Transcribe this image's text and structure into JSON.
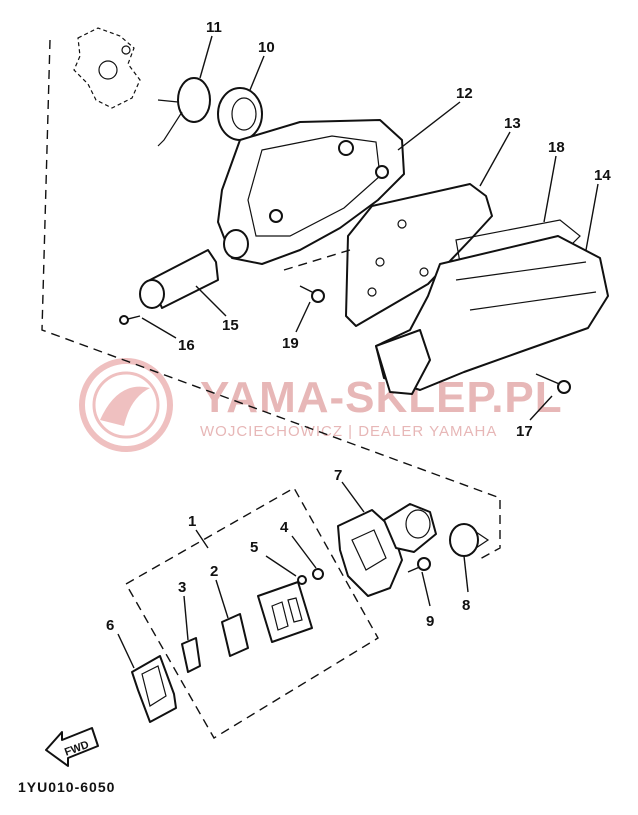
{
  "diagram_code": "1YU010-6050",
  "direction_label": "FWD",
  "watermark": {
    "title": "YAMA-SKLEP.PL",
    "subtitle": "WOJCIECHOWICZ | DEALER YAMAHA"
  },
  "callouts": {
    "p1": "1",
    "p2": "2",
    "p3": "3",
    "p4": "4",
    "p5": "5",
    "p6": "6",
    "p7": "7",
    "p8": "8",
    "p9": "9",
    "p10": "10",
    "p11": "11",
    "p12": "12",
    "p13": "13",
    "p14": "14",
    "p15": "15",
    "p16": "16",
    "p17": "17",
    "p18": "18",
    "p19": "19"
  }
}
